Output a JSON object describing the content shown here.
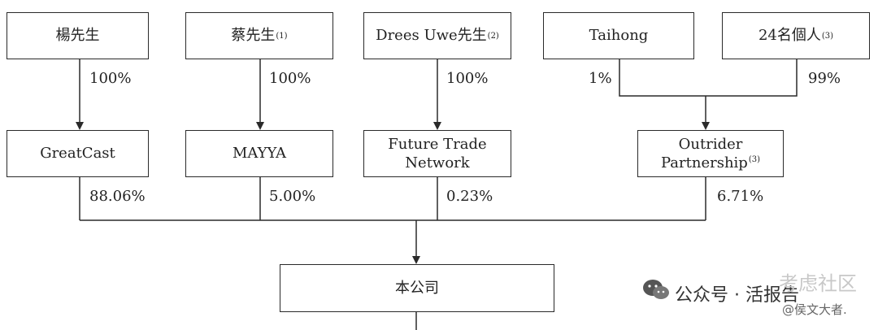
{
  "entities": {
    "yang": {
      "label": "楊先生",
      "note": ""
    },
    "cai": {
      "label": "蔡先生",
      "note": "(1)"
    },
    "drees": {
      "label": "Drees Uwe先生",
      "note": "(2)"
    },
    "taihong": {
      "label": "Taihong",
      "note": ""
    },
    "p24": {
      "label": "24名個人",
      "note": "(3)"
    },
    "greatcast": {
      "label": "GreatCast",
      "note": ""
    },
    "mayya": {
      "label": "MAYYA",
      "note": ""
    },
    "ftn_line1": "Future Trade",
    "ftn_line2": "Network",
    "outrider_line1": "Outrider",
    "outrider_line2": "Partnership",
    "outrider_note": "(3)",
    "company": {
      "label": "本公司",
      "note": ""
    }
  },
  "percentages": {
    "yang_greatcast": "100%",
    "cai_mayya": "100%",
    "drees_ftn": "100%",
    "taihong_outrider": "1%",
    "p24_outrider": "99%",
    "greatcast_company": "88.06%",
    "mayya_company": "5.00%",
    "ftn_company": "0.23%",
    "outrider_company": "6.71%"
  },
  "watermark": {
    "left_text": "公众号 · 活报告",
    "right_text": "考虑社区",
    "right_sub": "@侯文大者."
  }
}
